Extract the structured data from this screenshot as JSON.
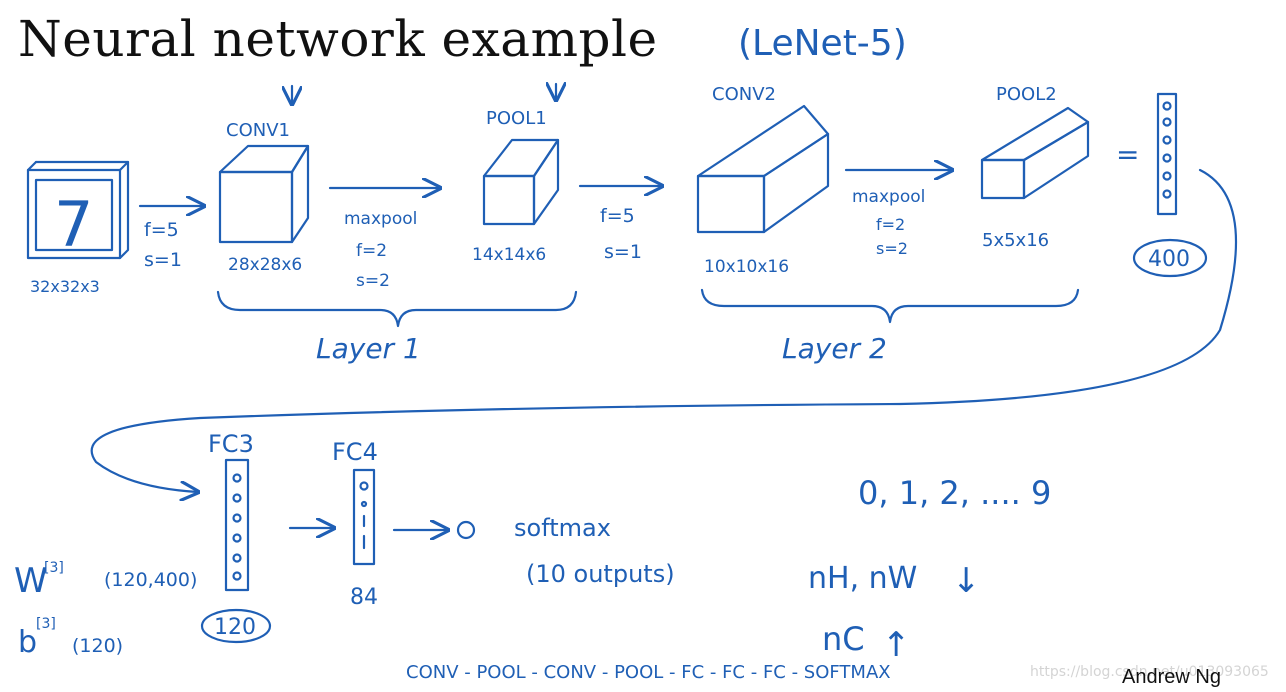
{
  "title": "Neural network example",
  "subtitle": "(LeNet-5)",
  "credit": "Andrew Ng",
  "watermark": "https://blog.csdn.net/u013093065",
  "ink_color": "#1f5fb5",
  "layer1": {
    "input": {
      "digit": "7",
      "dims": "32x32x3"
    },
    "conv1": {
      "label": "CONV1",
      "dims": "28x28x6",
      "f": "f=5",
      "s": "s=1"
    },
    "pool1": {
      "label": "POOL1",
      "dims": "14x14x6",
      "op": "maxpool",
      "f": "f=2",
      "s": "s=2"
    },
    "brace_label": "Layer 1"
  },
  "layer2": {
    "f": "f=5",
    "s": "s=1",
    "conv2": {
      "label": "CONV2",
      "dims": "10x10x16"
    },
    "pool2": {
      "label": "POOL2",
      "dims": "5x5x16",
      "op": "maxpool",
      "f": "f=2",
      "s": "s=2"
    },
    "brace_label": "Layer 2"
  },
  "flatten": {
    "equals": "=",
    "size": "400"
  },
  "fc3": {
    "label": "FC3",
    "size": "120",
    "w": "W",
    "w_sup": "[3]",
    "w_shape": "(120,400)",
    "b": "b",
    "b_sup": "[3]",
    "b_shape": "(120)"
  },
  "fc4": {
    "label": "FC4",
    "size": "84"
  },
  "softmax": {
    "label": "softmax",
    "outputs": "(10 outputs)"
  },
  "notes": {
    "classes": "0, 1, 2, .... 9",
    "nh_nw": "nH, nW",
    "nh_nw_arrow": "↓",
    "nc": "nC",
    "nc_arrow": "↑"
  },
  "sequence": "CONV - POOL - CONV - POOL - FC - FC - FC - SOFTMAX"
}
